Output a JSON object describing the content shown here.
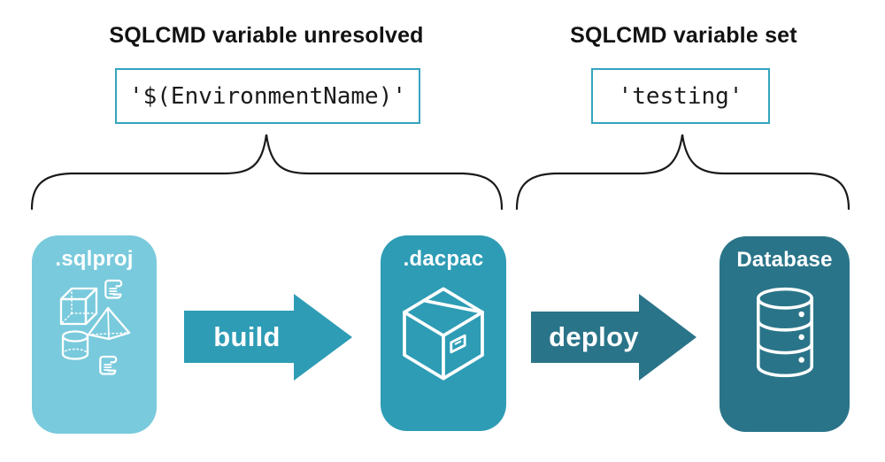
{
  "left_section": {
    "heading": "SQLCMD variable unresolved",
    "code": "'$(EnvironmentName)'"
  },
  "right_section": {
    "heading": "SQLCMD variable set",
    "code": "'testing'"
  },
  "nodes": {
    "sqlproj": {
      "label": ".sqlproj",
      "color": "#79cadc"
    },
    "dacpac": {
      "label": ".dacpac",
      "color": "#2e9cb5"
    },
    "database": {
      "label": "Database",
      "color": "#2a7489"
    }
  },
  "arrows": {
    "build": {
      "label": "build",
      "color": "#2e9cb5"
    },
    "deploy": {
      "label": "deploy",
      "color": "#2a7489"
    }
  },
  "icons": {
    "sqlproj_contents": [
      "scroll-icon",
      "cube-icon",
      "pyramid-icon",
      "cylinder-icon",
      "scroll-icon"
    ],
    "dacpac_contents": "package-icon",
    "database_contents": "database-cylinder-icon"
  },
  "colors": {
    "background": "#ffffff",
    "heading_text": "#121212",
    "code_text": "#1a1a1a",
    "code_box_border": "#35a3bf",
    "brace_stroke": "#1a1a1a",
    "node_label_text": "#ffffff",
    "icon_stroke": "#ffffff"
  }
}
